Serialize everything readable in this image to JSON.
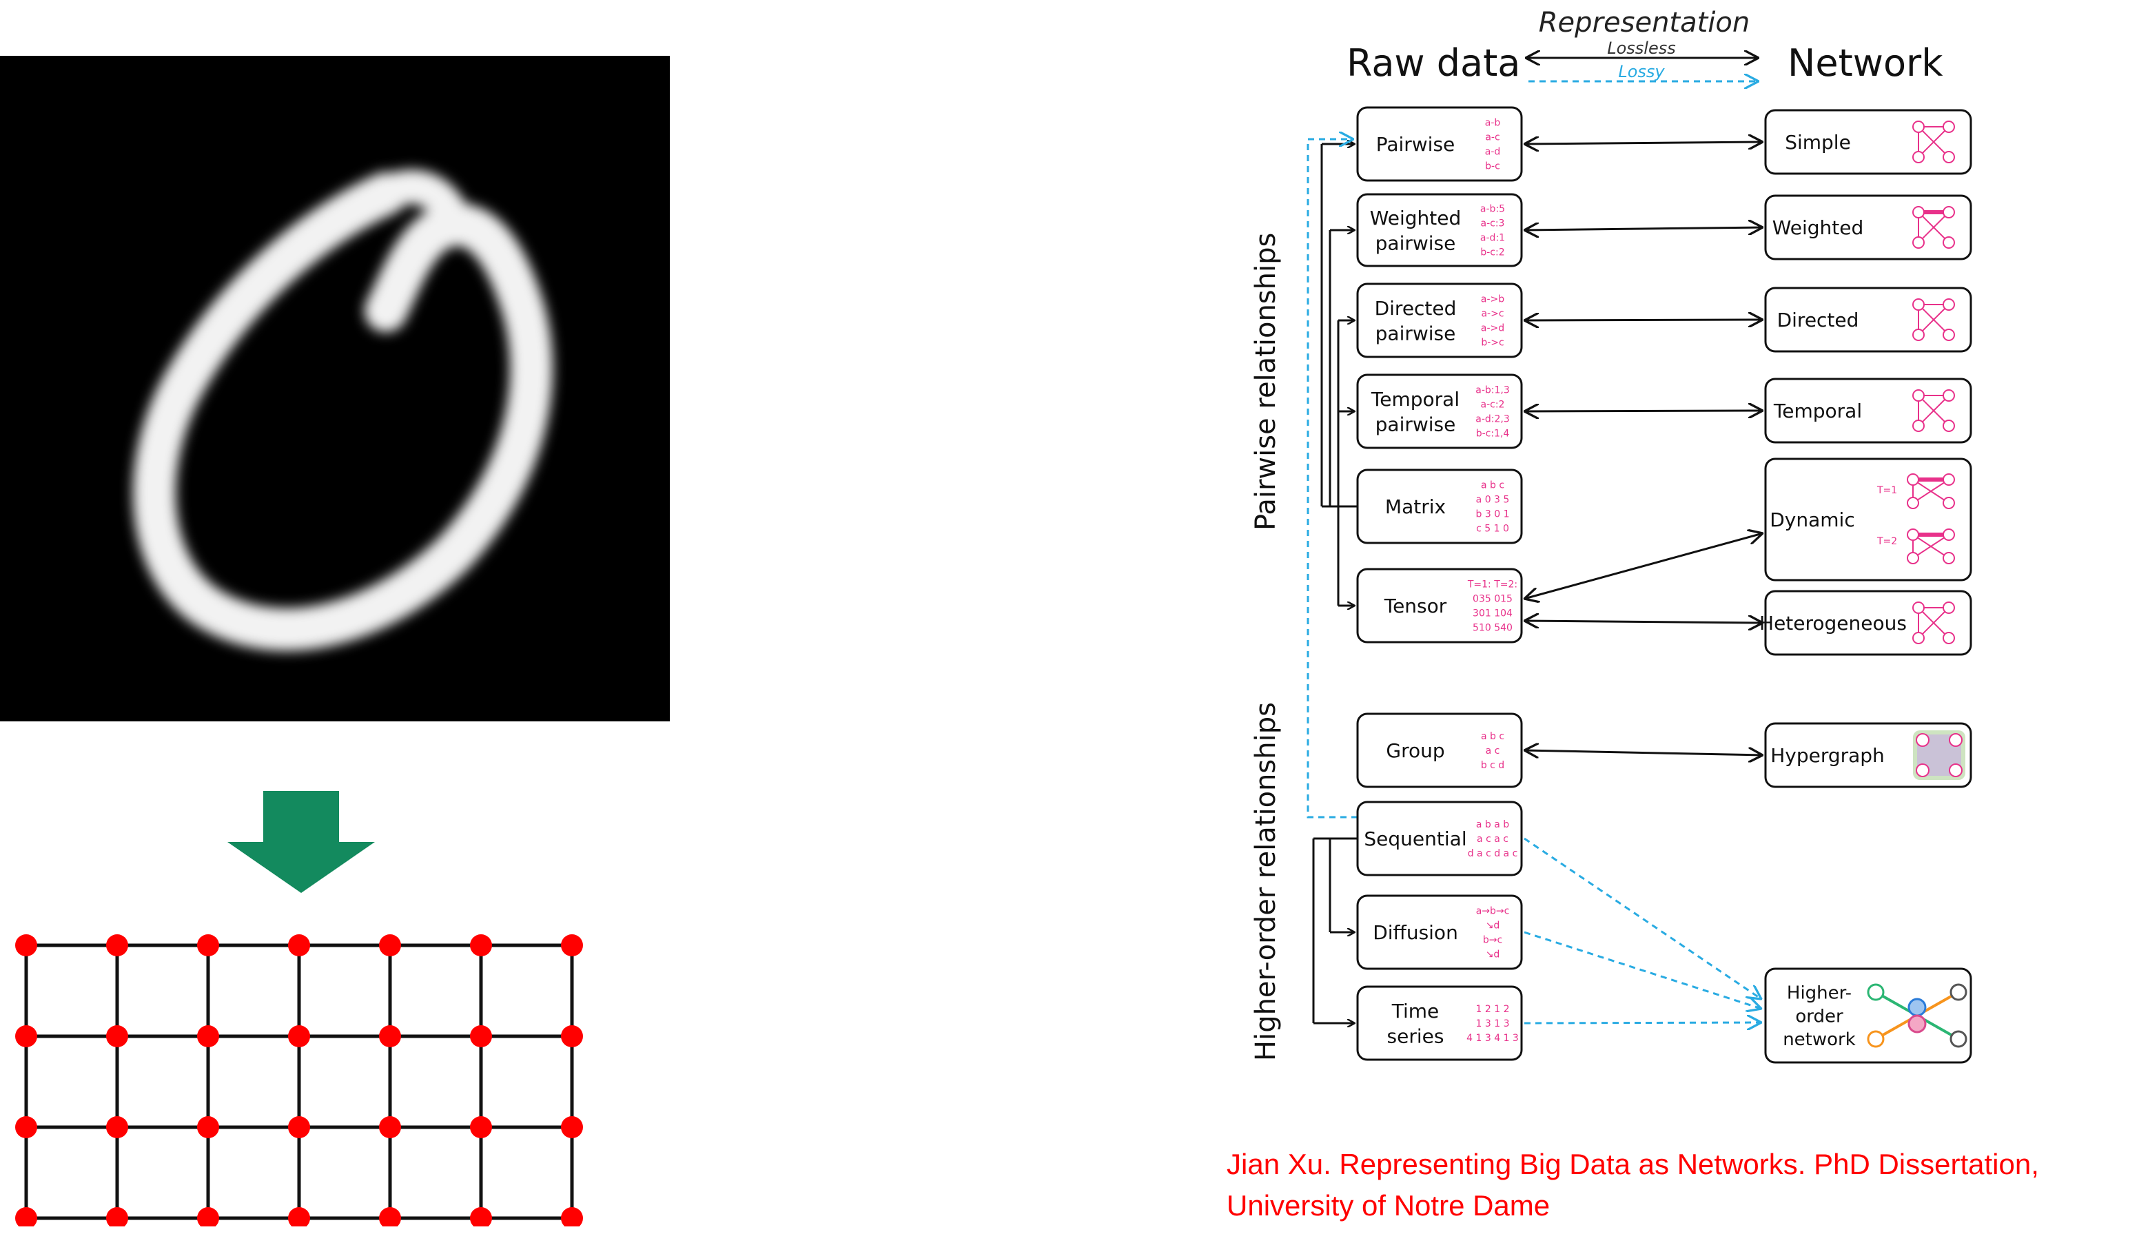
{
  "diagram": {
    "representation_title": "Representation",
    "lossless_label": "Lossless",
    "lossy_label": "Lossy",
    "raw_data_header": "Raw data",
    "network_header": "Network",
    "side_label_pairwise": "Pairwise relationships",
    "side_label_higher": "Higher-order relationships",
    "raw_nodes": [
      {
        "id": "pairwise",
        "label": [
          "Pairwise"
        ],
        "data": [
          "a-b",
          "a-c",
          "a-d",
          "b-c"
        ]
      },
      {
        "id": "weighted-pairwise",
        "label": [
          "Weighted",
          "pairwise"
        ],
        "data": [
          "a-b:5",
          "a-c:3",
          "a-d:1",
          "b-c:2"
        ]
      },
      {
        "id": "directed-pairwise",
        "label": [
          "Directed",
          "pairwise"
        ],
        "data": [
          "a->b",
          "a->c",
          "a->d",
          "b->c"
        ]
      },
      {
        "id": "temporal-pairwise",
        "label": [
          "Temporal",
          "pairwise"
        ],
        "data": [
          "a-b:1,3",
          "a-c:2",
          "a-d:2,3",
          "b-c:1,4"
        ]
      },
      {
        "id": "matrix",
        "label": [
          "Matrix"
        ],
        "data": [
          "a b c",
          "a 0 3 5",
          "b 3 0 1",
          "c 5 1 0"
        ]
      },
      {
        "id": "tensor",
        "label": [
          "Tensor"
        ],
        "data": [
          "T=1:  T=2:",
          "035  015",
          "301  104",
          "510  540"
        ]
      },
      {
        "id": "group",
        "label": [
          "Group"
        ],
        "data": [
          "a b c",
          "a c",
          "b c d"
        ]
      },
      {
        "id": "sequential",
        "label": [
          "Sequential"
        ],
        "data": [
          "a b a b",
          "a c a c",
          "d a c d a c"
        ]
      },
      {
        "id": "diffusion",
        "label": [
          "Diffusion"
        ],
        "data": [
          "a→b→c",
          "  ↘d",
          "b→c",
          "  ↘d"
        ]
      },
      {
        "id": "time-series",
        "label": [
          "Time",
          "series"
        ],
        "data": [
          "1 2 1 2",
          "1 3 1 3",
          "4 1 3 4 1 3"
        ]
      }
    ],
    "net_nodes": [
      {
        "id": "simple",
        "label": [
          "Simple"
        ]
      },
      {
        "id": "weighted",
        "label": [
          "Weighted"
        ]
      },
      {
        "id": "directed",
        "label": [
          "Directed"
        ]
      },
      {
        "id": "temporal",
        "label": [
          "Temporal"
        ]
      },
      {
        "id": "dynamic",
        "label": [
          "Dynamic"
        ],
        "annotations": [
          "T=1",
          "T=2"
        ]
      },
      {
        "id": "heterogeneous",
        "label": [
          "Heterogeneous"
        ]
      },
      {
        "id": "hypergraph",
        "label": [
          "Hypergraph"
        ]
      },
      {
        "id": "higher-order-network",
        "label": [
          "Higher-",
          "order",
          "network"
        ]
      }
    ],
    "links": [
      {
        "from": "pairwise",
        "to": "simple",
        "type": "lossless"
      },
      {
        "from": "weighted-pairwise",
        "to": "weighted",
        "type": "lossless"
      },
      {
        "from": "directed-pairwise",
        "to": "directed",
        "type": "lossless"
      },
      {
        "from": "temporal-pairwise",
        "to": "temporal",
        "type": "lossless"
      },
      {
        "from": "tensor",
        "to": "dynamic",
        "type": "lossless"
      },
      {
        "from": "tensor",
        "to": "heterogeneous",
        "type": "lossless"
      },
      {
        "from": "group",
        "to": "hypergraph",
        "type": "lossless"
      },
      {
        "from": "sequential",
        "to": "higher-order-network",
        "type": "lossy"
      },
      {
        "from": "diffusion",
        "to": "higher-order-network",
        "type": "lossy"
      },
      {
        "from": "time-series",
        "to": "higher-order-network",
        "type": "lossy"
      }
    ]
  },
  "citation": {
    "line1": "Jian Xu. Representing Big Data as Networks. PhD Dissertation,",
    "line2": "University of Notre Dame"
  },
  "colors": {
    "arrow_green": "#138a5e",
    "grid_node_red": "#ff0000",
    "lossy_cyan": "#29abe2",
    "data_pink": "#e8318a",
    "citation_red": "#ff0000"
  }
}
